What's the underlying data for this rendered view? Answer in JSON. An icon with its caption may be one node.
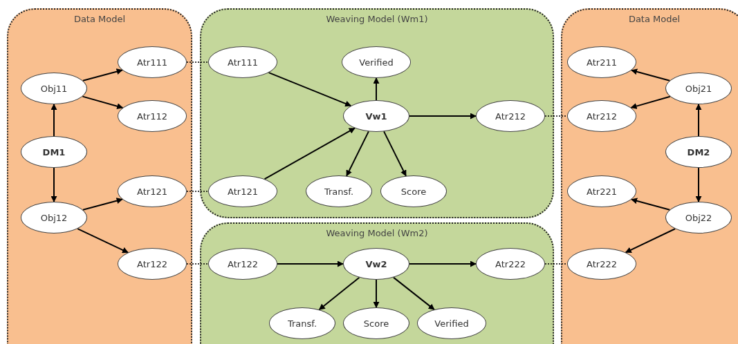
{
  "diagram": {
    "nodes": [
      {
        "text": [
          "Data Model"
        ]
      },
      {
        "text": [
          "DM1"
        ],
        "in": 0
      },
      {
        "text": [
          "Obj11"
        ],
        "in": 0
      },
      {
        "text": [
          "Atr111"
        ],
        "in": 0
      },
      {
        "text": [
          "Atr112"
        ],
        "in": 0
      },
      {
        "text": [
          "Obj12"
        ],
        "in": 0
      },
      {
        "text": [
          "Atr121"
        ],
        "in": 0
      },
      {
        "text": [
          "Atr122"
        ],
        "in": 0
      },
      {
        "text": [
          "Weaving Model (Wm1)"
        ]
      },
      {
        "text": [
          "Atr111"
        ],
        "in": 8
      },
      {
        "text": [
          "Verified"
        ],
        "in": 8
      },
      {
        "text": [
          "Vw1"
        ],
        "in": 8
      },
      {
        "text": [
          "Atr212"
        ],
        "in": 8
      },
      {
        "text": [
          "Atr121"
        ],
        "in": 8
      },
      {
        "text": [
          "Transf."
        ],
        "in": 8
      },
      {
        "text": [
          "Score"
        ],
        "in": 8
      },
      {
        "text": [
          "Weaving Model (Wm2)"
        ]
      },
      {
        "text": [
          "Atr122"
        ],
        "in": 16
      },
      {
        "text": [
          "Vw2"
        ],
        "in": 16
      },
      {
        "text": [
          "Atr222"
        ],
        "in": 16
      },
      {
        "text": [
          "Transf."
        ],
        "in": 16
      },
      {
        "text": [
          "Score"
        ],
        "in": 16
      },
      {
        "text": [
          "Verified"
        ],
        "in": 16
      },
      {
        "text": [
          "Data Model"
        ]
      },
      {
        "text": [
          "Atr211"
        ],
        "in": 23
      },
      {
        "text": [
          "Obj21"
        ],
        "in": 23
      },
      {
        "text": [
          "Atr212"
        ],
        "in": 23
      },
      {
        "text": [
          "DM2"
        ],
        "in": 23
      },
      {
        "text": [
          "Atr221"
        ],
        "in": 23
      },
      {
        "text": [
          "Obj22"
        ],
        "in": 23
      },
      {
        "text": [
          "Atr222"
        ],
        "in": 23
      }
    ],
    "edges": [
      {
        "from": 1,
        "to": 2,
        "arrow": "to"
      },
      {
        "from": 1,
        "to": 5,
        "arrow": "to"
      },
      {
        "from": 2,
        "to": 3,
        "arrow": "to"
      },
      {
        "from": 2,
        "to": 4,
        "arrow": "to"
      },
      {
        "from": 5,
        "to": 6,
        "arrow": "to"
      },
      {
        "from": 5,
        "to": 7,
        "arrow": "to"
      },
      {
        "from": 3,
        "to": 9,
        "arrow": "none",
        "style": "dashed"
      },
      {
        "from": 6,
        "to": 13,
        "arrow": "none",
        "style": "dashed"
      },
      {
        "from": 7,
        "to": 17,
        "arrow": "none",
        "style": "dashed"
      },
      {
        "from": 9,
        "to": 11,
        "arrow": "to"
      },
      {
        "from": 13,
        "to": 11,
        "arrow": "to"
      },
      {
        "from": 11,
        "to": 10,
        "arrow": "to"
      },
      {
        "from": 11,
        "to": 12,
        "arrow": "to"
      },
      {
        "from": 11,
        "to": 14,
        "arrow": "to"
      },
      {
        "from": 11,
        "to": 15,
        "arrow": "to"
      },
      {
        "from": 12,
        "to": 26,
        "arrow": "none",
        "style": "dashed"
      },
      {
        "from": 17,
        "to": 18,
        "arrow": "to"
      },
      {
        "from": 18,
        "to": 19,
        "arrow": "to"
      },
      {
        "from": 18,
        "to": 20,
        "arrow": "to"
      },
      {
        "from": 18,
        "to": 21,
        "arrow": "to"
      },
      {
        "from": 18,
        "to": 22,
        "arrow": "to"
      },
      {
        "from": 19,
        "to": 30,
        "arrow": "none",
        "style": "dashed"
      },
      {
        "from": 27,
        "to": 25,
        "arrow": "to"
      },
      {
        "from": 27,
        "to": 29,
        "arrow": "to"
      },
      {
        "from": 25,
        "to": 24,
        "arrow": "to"
      },
      {
        "from": 25,
        "to": 26,
        "arrow": "to"
      },
      {
        "from": 29,
        "to": 28,
        "arrow": "to"
      },
      {
        "from": 29,
        "to": 30,
        "arrow": "to"
      }
    ]
  }
}
